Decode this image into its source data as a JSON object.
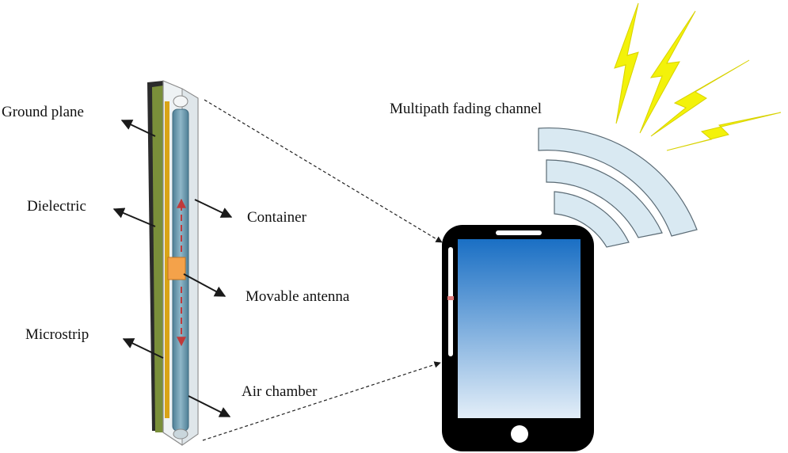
{
  "labels": {
    "ground_plane": "Ground plane",
    "dielectric": "Dielectric",
    "microstrip": "Microstrip",
    "container": "Container",
    "movable_antenna": "Movable antenna",
    "air_chamber": "Air chamber",
    "multipath_fading_channel": "Multipath fading channel"
  },
  "icons": {
    "antenna_assembly": "movable-antenna-assembly",
    "phone": "smartphone-icon",
    "waves": "signal-waves-icon",
    "lightning": "lightning-bolt-icon"
  },
  "colors": {
    "ground_plane": "#2b2b2b",
    "dielectric": "#7a8f3a",
    "microstrip": "#d9a417",
    "air_chamber": "#5d8fa6",
    "movable_antenna": "#f4a24a",
    "motion_arrow": "#c03a3a",
    "phone_body": "#000000",
    "screen_top": "#1a6fc4",
    "screen_bottom": "#dbe9f5",
    "waves": "#d9e9f2",
    "lightning": "#f3f20a"
  }
}
